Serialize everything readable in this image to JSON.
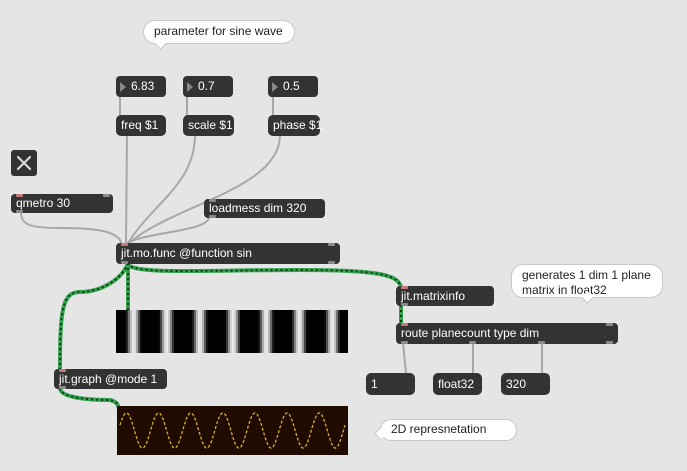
{
  "comments": {
    "sine_param": "parameter for sine wave",
    "generates": "generates 1 dim 1 plane matrix in float32",
    "representation": "2D represnetation"
  },
  "number_boxes": {
    "freq": "6.83",
    "scale": "0.7",
    "phase": "0.5"
  },
  "messages": {
    "freq": "freq $1",
    "scale": "scale $1",
    "phase": "phase $1",
    "output_planecount": "1",
    "output_type": "float32",
    "output_dim": "320"
  },
  "objects": {
    "qmetro": "qmetro 30",
    "loadmess": "loadmess dim 320",
    "mo_func": "jit.mo.func @function sin",
    "matrixinfo": "jit.matrixinfo",
    "route": "route planecount type dim",
    "graph": "jit.graph @mode 1"
  },
  "icons": {
    "toggle": "x-icon"
  },
  "colors": {
    "background": "#e5e5e5",
    "object": "#333333",
    "patch_cord": "#a8a8a8",
    "matrix_cord": "#2fa24a",
    "plot_bg": "#200b00",
    "wave": "#d4b02a"
  },
  "visual_data": {
    "stripes_count": 7,
    "wave_cycles": 7
  }
}
